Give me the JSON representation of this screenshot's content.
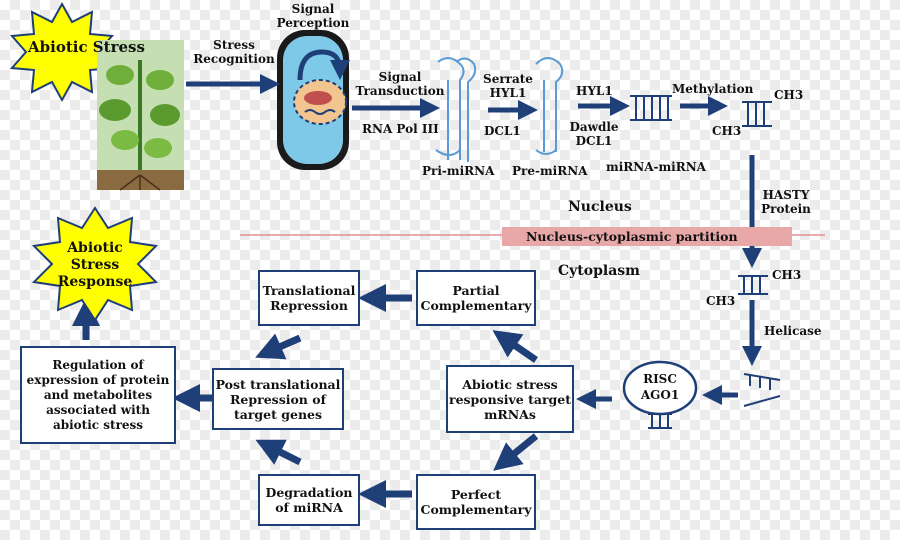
{
  "labels": {
    "abiotic_stress": "Abiotic Stress",
    "stress_recognition": "Stress Recognition",
    "signal_perception": "Signal Perception",
    "signal_transduction": "Signal Transduction",
    "rna_pol": "RNA Pol III",
    "pri_mirna": "Pri-miRNA",
    "serrate_hyl1": "Serrate HYL1",
    "dcl1": "DCL1",
    "pre_mirna": "Pre-miRNA",
    "hyl1": "HYL1",
    "dawdle_dcl1": "Dawdle DCL1",
    "mirna_mirna": "miRNA-miRNA",
    "methylation": "Methylation",
    "ch3_a": "CH3",
    "ch3_b": "CH3",
    "ch3_c": "CH3",
    "ch3_d": "CH3",
    "hasty": "HASTY Protein",
    "nucleus": "Nucleus",
    "partition": "Nucleus-cytoplasmic partition",
    "cytoplasm": "Cytoplasm",
    "helicase": "Helicase",
    "risc": "RISC",
    "ago1": "AGO1",
    "response": "Abiotic Stress Response"
  },
  "boxes": {
    "translational_repression": "Translational Repression",
    "partial_complementary": "Partial Complementary",
    "abiotic_target": "Abiotic stress responsive target mRNAs",
    "post_translational": "Post translational Repression of target genes",
    "regulation": "Regulation of expression of protein and metabolites associated with abiotic stress",
    "degradation": "Degradation of miRNA",
    "perfect_complementary": "Perfect Complementary"
  },
  "colors": {
    "arrow": "#1f3f79",
    "box_border": "#1f3f79",
    "starburst": "#ffff00",
    "partition_band": "#e8a8a8",
    "partition_line": "#e09090",
    "cell": "#7ec8e8",
    "rna": "#5b9bd5"
  }
}
